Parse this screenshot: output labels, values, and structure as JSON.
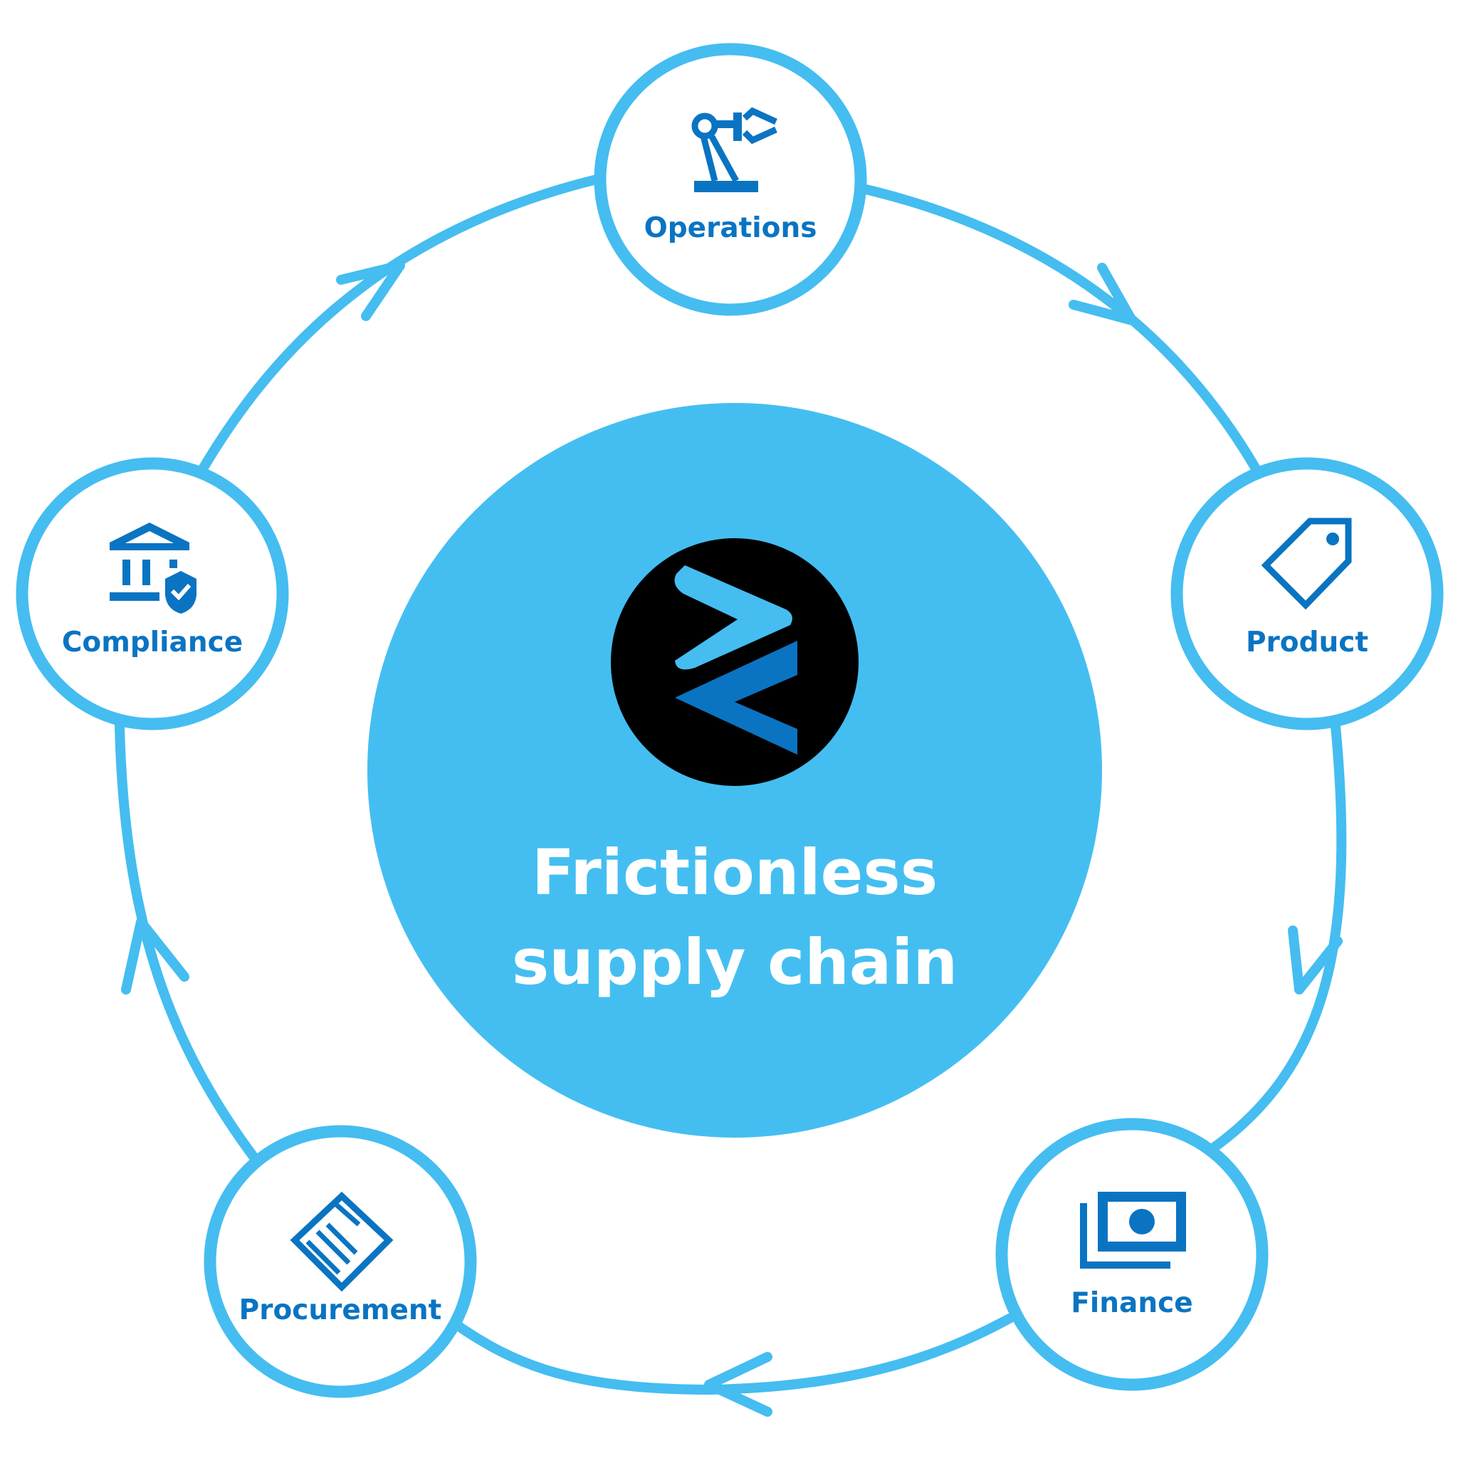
{
  "center": {
    "title_line1": "Frictionless",
    "title_line2": "supply chain",
    "logo": "chevron-brand-logo"
  },
  "nodes": [
    {
      "id": "operations",
      "label": "Operations",
      "icon": "robotic-arm-icon"
    },
    {
      "id": "product",
      "label": "Product",
      "icon": "price-tag-icon"
    },
    {
      "id": "finance",
      "label": "Finance",
      "icon": "banknotes-icon"
    },
    {
      "id": "procurement",
      "label": "Procurement",
      "icon": "handshake-icon"
    },
    {
      "id": "compliance",
      "label": "Compliance",
      "icon": "bank-shield-icon"
    }
  ],
  "flow": [
    "operations",
    "product",
    "finance",
    "procurement",
    "compliance",
    "operations"
  ],
  "colors": {
    "ring": "#45bdf0",
    "center_fill": "#44bef1",
    "icon_text": "#0a74c2",
    "logo_background": "#000000",
    "logo_light_chevron": "#45bdf0",
    "logo_dark_chevron": "#0a74c2",
    "title_text": "#ffffff"
  }
}
